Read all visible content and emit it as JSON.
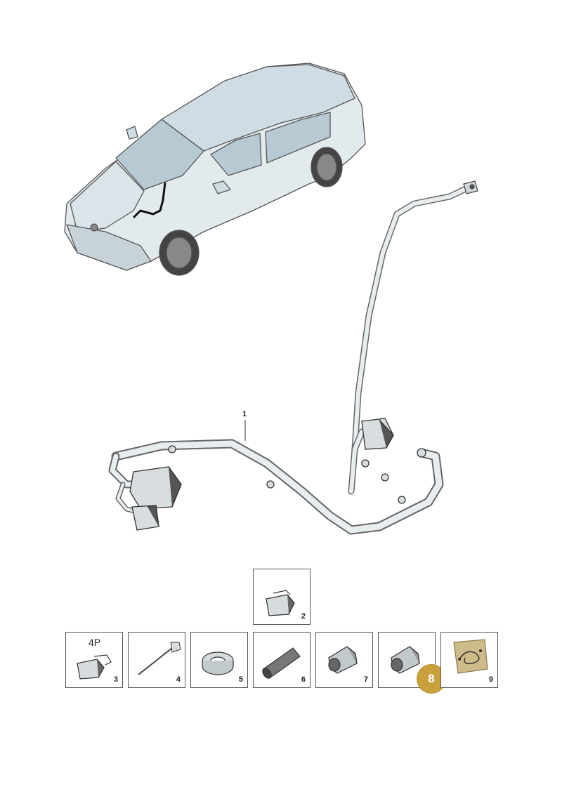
{
  "diagram": {
    "main_callout": "1",
    "parts": [
      {
        "number": "2",
        "icon": "connector-housing-icon"
      },
      {
        "number": "3",
        "icon": "connector-4p-icon",
        "label": "4P"
      },
      {
        "number": "4",
        "icon": "cable-tie-icon"
      },
      {
        "number": "5",
        "icon": "tape-roll-icon"
      },
      {
        "number": "6",
        "icon": "corrugated-sleeve-icon"
      },
      {
        "number": "7",
        "icon": "grommet-icon"
      },
      {
        "number": "8",
        "icon": "grommet-icon",
        "highlighted": true
      },
      {
        "number": "9",
        "icon": "repair-kit-icon"
      }
    ],
    "highlight_color": "#c9a13c"
  }
}
